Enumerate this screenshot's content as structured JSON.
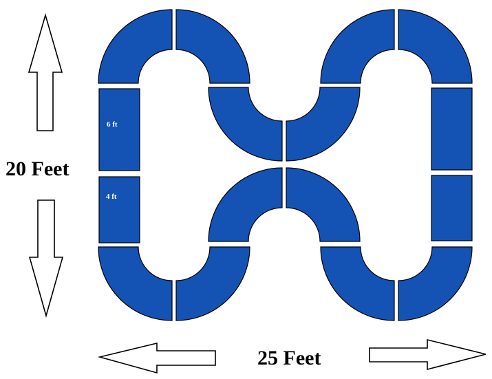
{
  "colors": {
    "track_fill": "#1452b4",
    "track_outline": "#000000",
    "arrow_fill": "#ffffff",
    "arrow_outline": "#000000",
    "background": "#ffffff"
  },
  "dimensions": {
    "height_label": "20 Feet",
    "width_label": "25 Feet"
  },
  "segment_labels": {
    "upper_straight": "6 ft",
    "lower_straight": "4 ft"
  },
  "icons": {
    "up": "arrow-up-icon",
    "down": "arrow-down-icon",
    "left": "arrow-left-icon",
    "right": "arrow-right-icon"
  }
}
